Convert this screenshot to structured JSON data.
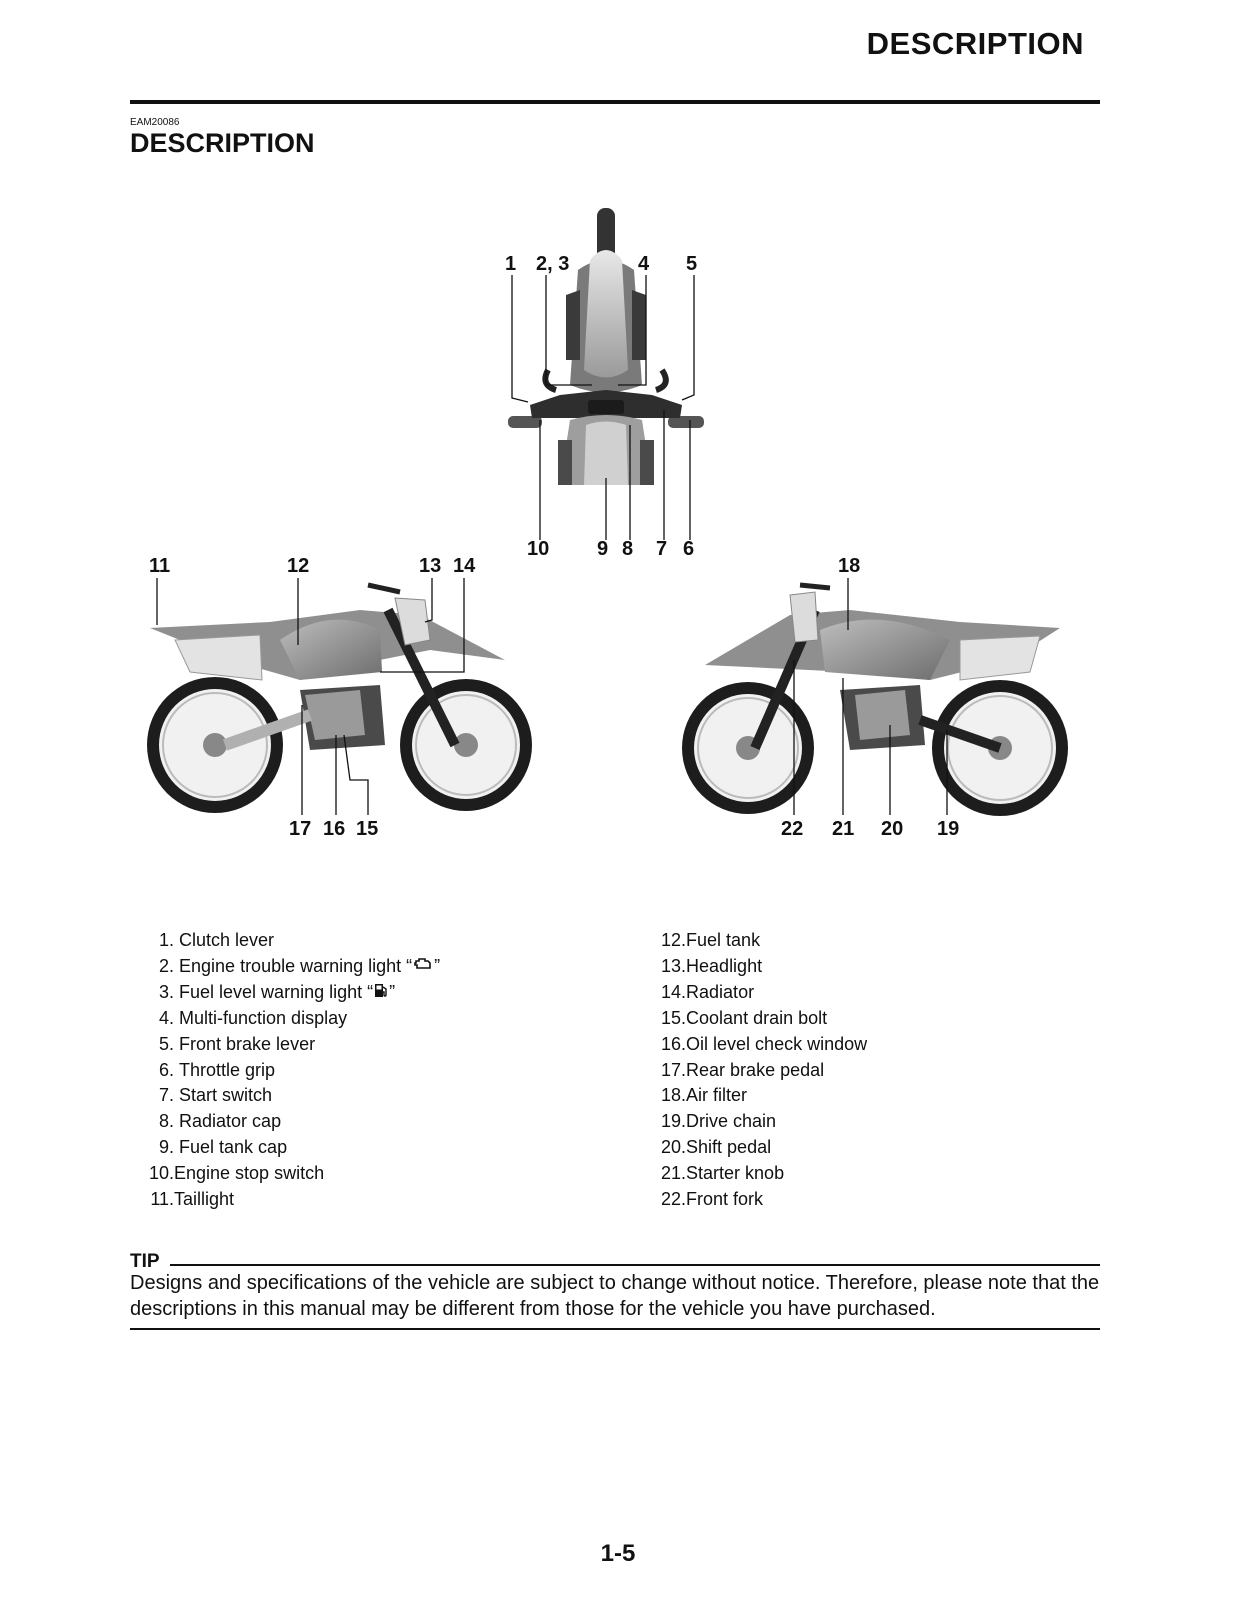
{
  "header": {
    "title": "DESCRIPTION"
  },
  "section": {
    "code": "EAM20086",
    "title": "DESCRIPTION"
  },
  "figure": {
    "top_callouts": [
      "1",
      "2, 3",
      "4",
      "5",
      "10",
      "9",
      "8",
      "7",
      "6"
    ],
    "left_callouts": [
      "11",
      "12",
      "13",
      "14",
      "17",
      "16",
      "15"
    ],
    "right_callouts": [
      "18",
      "22",
      "21",
      "20",
      "19"
    ]
  },
  "parts_left": [
    {
      "num": "1.",
      "label": "Clutch lever"
    },
    {
      "num": "2.",
      "label": "Engine trouble warning light “",
      "suffix": "”",
      "icon": "engine-warning-icon"
    },
    {
      "num": "3.",
      "label": "Fuel level warning light “",
      "suffix": "”",
      "icon": "fuel-pump-icon"
    },
    {
      "num": "4.",
      "label": "Multi-function display"
    },
    {
      "num": "5.",
      "label": "Front brake lever"
    },
    {
      "num": "6.",
      "label": "Throttle grip"
    },
    {
      "num": "7.",
      "label": "Start switch"
    },
    {
      "num": "8.",
      "label": "Radiator cap"
    },
    {
      "num": "9.",
      "label": "Fuel tank cap"
    },
    {
      "num": "10.",
      "label": "Engine stop switch"
    },
    {
      "num": "11.",
      "label": "Taillight"
    }
  ],
  "parts_right": [
    {
      "num": "12.",
      "label": "Fuel tank"
    },
    {
      "num": "13.",
      "label": "Headlight"
    },
    {
      "num": "14.",
      "label": "Radiator"
    },
    {
      "num": "15.",
      "label": "Coolant drain bolt"
    },
    {
      "num": "16.",
      "label": "Oil level check window"
    },
    {
      "num": "17.",
      "label": "Rear brake pedal"
    },
    {
      "num": "18.",
      "label": "Air filter"
    },
    {
      "num": "19.",
      "label": "Drive chain"
    },
    {
      "num": "20.",
      "label": "Shift pedal"
    },
    {
      "num": "21.",
      "label": "Starter knob"
    },
    {
      "num": "22.",
      "label": "Front fork"
    }
  ],
  "tip": {
    "label": "TIP",
    "text": "Designs and specifications of the vehicle are subject to change without notice. Therefore, please note that the descriptions in this manual may be different from those for the vehicle you have purchased."
  },
  "footer": {
    "page_number": "1-5"
  }
}
